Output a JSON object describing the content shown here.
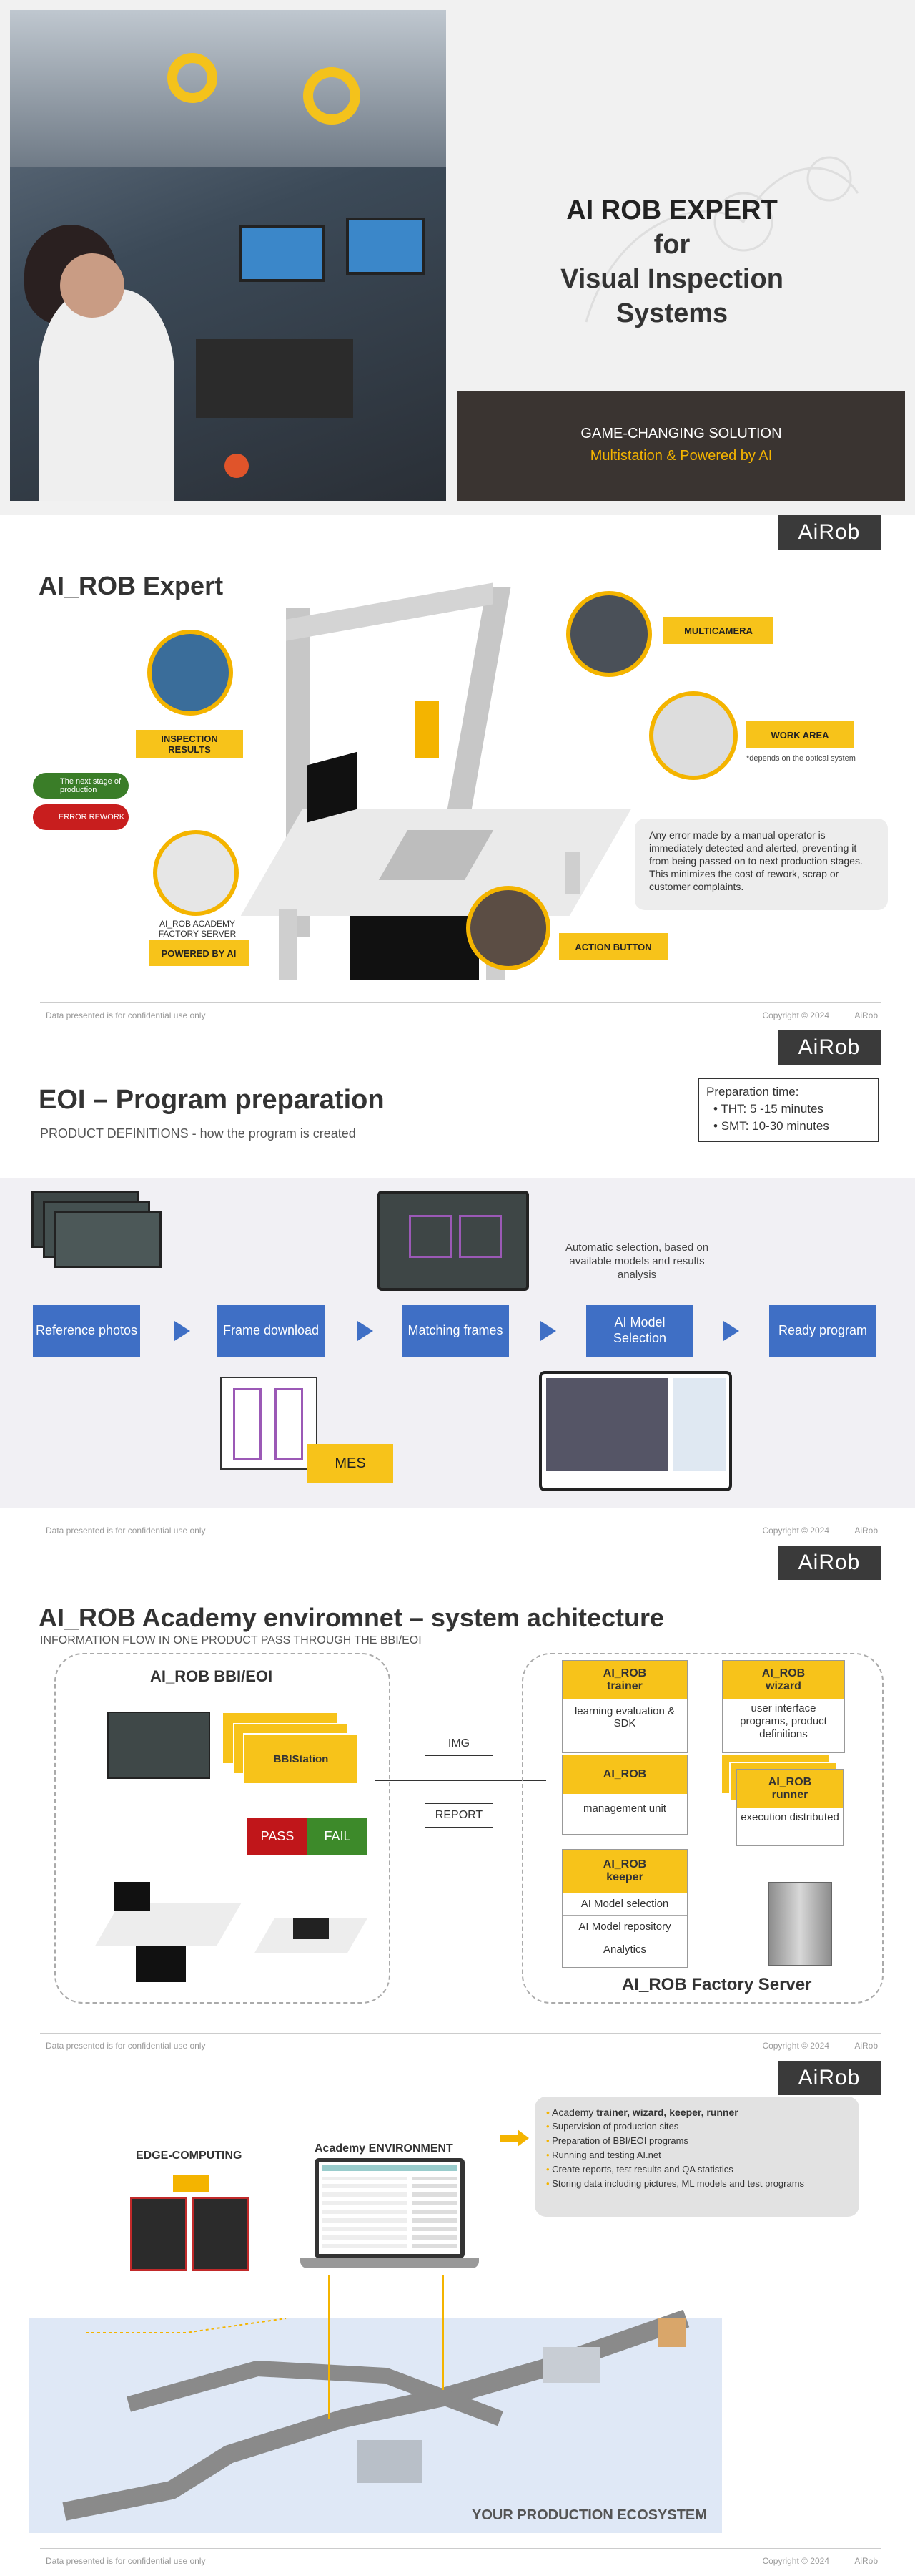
{
  "brand": {
    "logo": "AiRob"
  },
  "footer": {
    "left": "Data presented is for confidential use only",
    "right": "Copyright © 2024",
    "logo": "AiRob"
  },
  "s1": {
    "title_l1": "AI ROB EXPERT",
    "title_l2": "for",
    "title_l3": "Visual Inspection",
    "title_l4": "Systems",
    "band_line1": "GAME-CHANGING SOLUTION",
    "band_line2": "Multistation & Powered by AI"
  },
  "s2": {
    "title": "AI_ROB Expert",
    "inspection": "INSPECTION RESULTS",
    "multicamera": "MULTICAMERA",
    "work_area": "WORK AREA",
    "note": "*depends on the optical system",
    "next_stage": "The next stage of production",
    "error": "ERROR REWORK",
    "server_label": "AI_ROB ACADEMY FACTORY SERVER",
    "powered": "POWERED BY AI",
    "action": "ACTION BUTTON",
    "info": "Any error made by a manual operator is immediately detected and alerted, preventing it from being passed on to next production stages. This minimizes the cost of rework, scrap or customer complaints."
  },
  "s3": {
    "title": "EOI – Program preparation",
    "subtitle": "PRODUCT DEFINITIONS - how the program is created",
    "prep_title": "Preparation time:",
    "prep_items": [
      "THT: 5 -15 minutes",
      "SMT: 10-30 minutes"
    ],
    "auto_text": "Automatic selection, based on available models and results analysis",
    "steps": [
      "Reference photos",
      "Frame download",
      "Matching frames",
      "AI Model Selection",
      "Ready program"
    ],
    "mes": "MES"
  },
  "s4": {
    "title": "AI_ROB Academy enviromnet – system achitecture",
    "subtitle": "INFORMATION FLOW IN ONE PRODUCT PASS THROUGH THE BBI/EOI",
    "left_title": "AI_ROB BBI/EOI",
    "bbi": "BBIStation",
    "pass": "PASS",
    "fail": "FAIL",
    "img": "IMG",
    "report": "REPORT",
    "trainer_h": "AI_ROB trainer",
    "trainer_b": "learning evaluation & SDK",
    "wizard_h": "AI_ROB wizard",
    "wizard_b": "user interface programs, product definitions",
    "main_h": "AI_ROB",
    "main_b": "management unit",
    "runner_h": "AI_ROB runner",
    "runner_b": "execution distributed",
    "keeper_h": "AI_ROB keeper",
    "keeper_items": [
      "AI Model selection",
      "AI Model repository",
      "Analytics"
    ],
    "server_title": "AI_ROB Factory Server"
  },
  "s5": {
    "edge": "EDGE-COMPUTING",
    "academy_env": "Academy ENVIRONMENT",
    "bullet_head_pre": "Academy ",
    "bullet_head_bold": "trainer, wizard, keeper, runner",
    "bullets": [
      "Supervision of production sites",
      "Preparation of BBI/EOI programs",
      "Running and testing AI.net",
      "Create reports, test results and QA statistics",
      "Storing data including pictures, ML models and test programs"
    ],
    "ecosystem": "YOUR PRODUCTION ECOSYSTEM"
  }
}
